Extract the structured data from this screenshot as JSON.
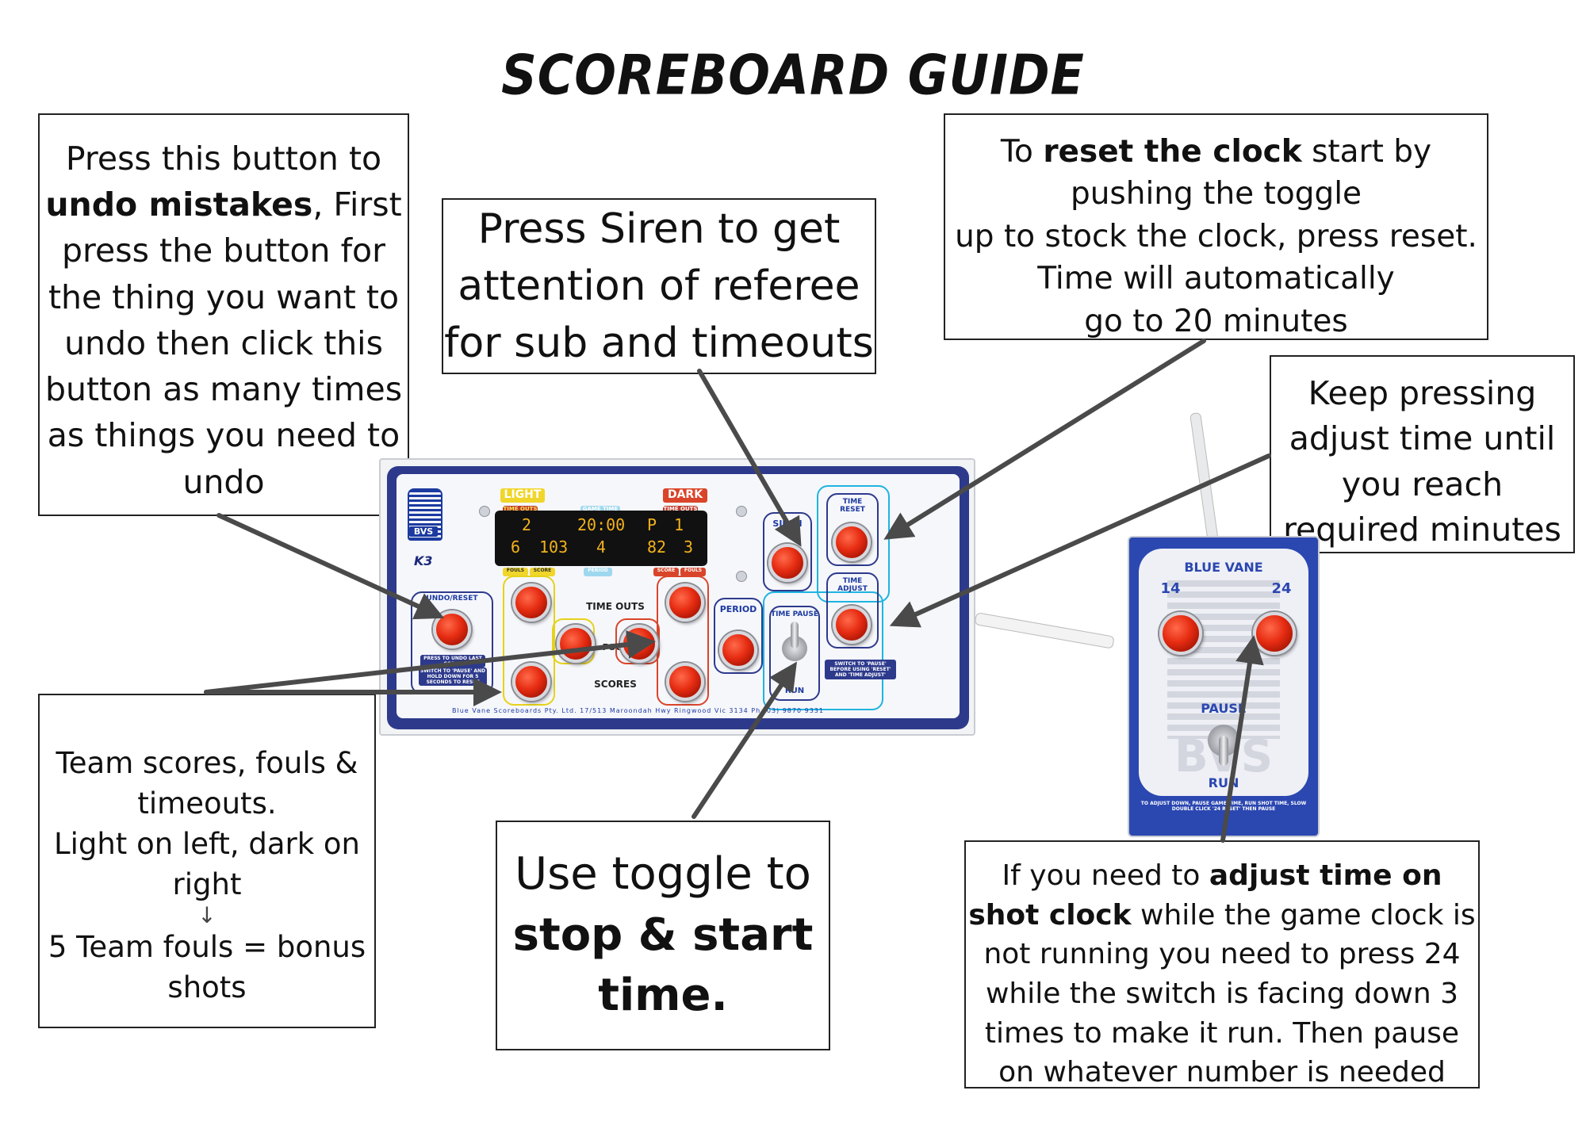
{
  "title": "SCOREBOARD GUIDE",
  "callouts": {
    "undo": {
      "pre": "Press this button to ",
      "bold": "undo mistakes",
      "post": ", First press the button for the thing you want to undo then click this button as many times as things you need to undo"
    },
    "siren": {
      "text": "Press Siren to get attention of referee for sub and timeouts"
    },
    "reset": {
      "pre": "To ",
      "bold": "reset the clock",
      "line1_post": " start by pushing the toggle",
      "line2": "up to stock the clock, press reset.",
      "line3": "Time will automatically",
      "line4": "go to 20 minutes"
    },
    "adjust": {
      "text": "Keep pressing adjust time until you reach required minutes"
    },
    "team": {
      "line1": "Team scores, fouls & timeouts.",
      "line2": "Light on left, dark on right",
      "arrow": "↓",
      "line3": "5 Team fouls = bonus shots"
    },
    "toggle": {
      "pre": "Use toggle to",
      "bold": "stop & start time."
    },
    "shot": {
      "pre": "If you need to ",
      "bold": "adjust time on shot clock",
      "post": " while the game clock is not running you need to press 24 while the switch is facing down 3 times to make it run. Then pause on whatever number is needed"
    }
  },
  "console": {
    "logo": "BVS",
    "model": "K3",
    "light": "LIGHT",
    "dark": "DARK",
    "display_tags": {
      "timeouts_left": "TIME OUTS",
      "game_time": "GAME TIME",
      "timeouts_right": "TIME OUTS",
      "fouls": "FOULS",
      "score": "SCORE",
      "period": "PERIOD",
      "score_r": "SCORE",
      "fouls_r": "FOULS"
    },
    "display": {
      "left_timeouts": "2",
      "clock": "20:00",
      "p": "P",
      "right_timeouts": "1",
      "left_fouls": "6",
      "left_score": "103",
      "period": "4",
      "right_score": "82",
      "right_fouls": "3"
    },
    "labels": {
      "undo_reset": "UNDO/RESET",
      "undo_note": "PRESS TO UNDO LAST SCORE",
      "undo_note2": "SWITCH TO 'PAUSE' AND HOLD DOWN FOR 5 SECONDS TO RESET",
      "time_outs": "TIME OUTS",
      "fouls": "FOULS",
      "scores": "SCORES",
      "siren": "SIREN",
      "period": "PERIOD",
      "time_pause": "TIME PAUSE",
      "run": "RUN",
      "time_reset": "TIME RESET",
      "time_adjust": "TIME ADJUST",
      "switch_note": "SWITCH TO 'PAUSE' BEFORE USING 'RESET' AND 'TIME ADJUST'"
    },
    "footer": "Blue Vane Scoreboards Pty. Ltd.   17/513 Maroondah Hwy Ringwood Vic 3134   Ph (03) 9870 9331"
  },
  "remote": {
    "brand": "BLUE VANE",
    "left": "14",
    "right": "24",
    "pause": "PAUSE",
    "run": "RUN",
    "logo": "BVS",
    "note": "TO ADJUST DOWN, PAUSE GAME TIME, RUN SHOT TIME, SLOW DOUBLE CLICK '24 RESET' THEN PAUSE"
  },
  "colors": {
    "panel_blue": "#2d3a8c",
    "label_blue": "#1c3aa0",
    "button_red": "#e62c12",
    "display_amber": "#f3b21b",
    "light_zone": "#e6d21a",
    "dark_zone": "#d9452a",
    "cyan_zone": "#1fb4e0"
  }
}
